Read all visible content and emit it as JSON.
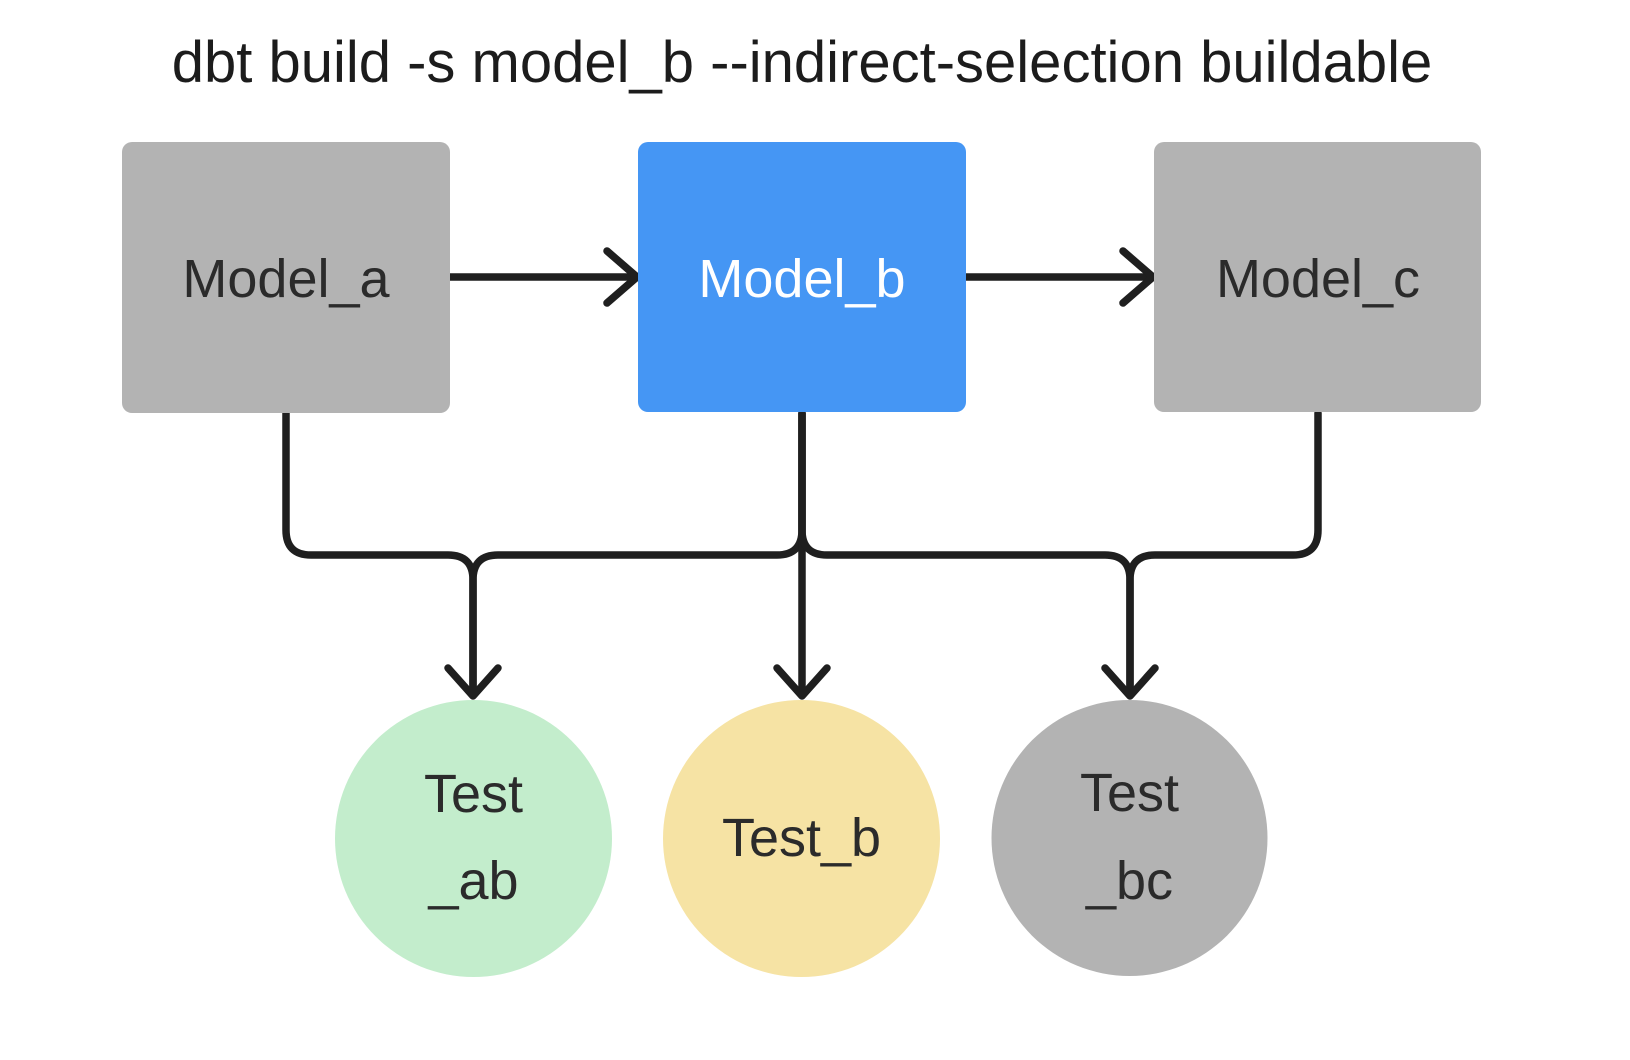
{
  "title": "dbt build -s model_b --indirect-selection buildable",
  "colors": {
    "background": "#ffffff",
    "node_gray": "#b3b3b3",
    "node_blue": "#4596f4",
    "node_green": "#c3edcc",
    "node_yellow": "#f6e3a4",
    "edge_line": "#1f1f1f",
    "text_dark": "#2b2b2b",
    "text_light": "#ffffff",
    "title_color": "#1c1c1c"
  },
  "nodes": {
    "model_a": {
      "label": "Model_a",
      "shape": "rectangle",
      "fill": "#b3b3b3",
      "selected": false
    },
    "model_b": {
      "label": "Model_b",
      "shape": "rectangle",
      "fill": "#4596f4",
      "selected": true
    },
    "model_c": {
      "label": "Model_c",
      "shape": "rectangle",
      "fill": "#b3b3b3",
      "selected": false
    },
    "test_ab": {
      "label": "Test _ab",
      "line1": "Test",
      "line2": "_ab",
      "shape": "circle",
      "fill": "#c3edcc"
    },
    "test_b": {
      "label": "Test_b",
      "line1": "Test_b",
      "line2": "",
      "shape": "circle",
      "fill": "#f6e3a4"
    },
    "test_bc": {
      "label": "Test _bc",
      "line1": "Test",
      "line2": "_bc",
      "shape": "circle",
      "fill": "#b3b3b3"
    }
  },
  "edges": [
    {
      "from": "Model_a",
      "to": "Model_b"
    },
    {
      "from": "Model_b",
      "to": "Model_c"
    },
    {
      "from": "Model_a",
      "to": "Test_ab"
    },
    {
      "from": "Model_b",
      "to": "Test_ab"
    },
    {
      "from": "Model_b",
      "to": "Test_b"
    },
    {
      "from": "Model_b",
      "to": "Test_bc"
    },
    {
      "from": "Model_c",
      "to": "Test_bc"
    }
  ]
}
